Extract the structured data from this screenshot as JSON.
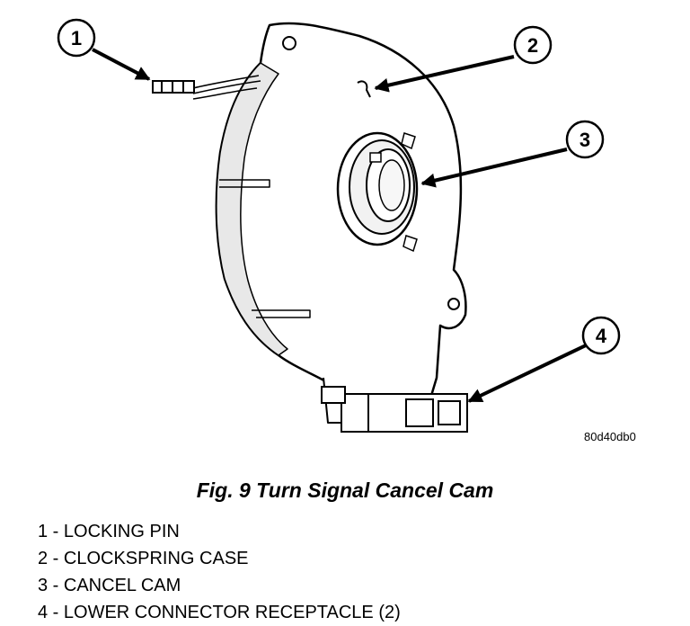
{
  "figure": {
    "code": "80d40db0",
    "caption": "Fig. 9 Turn Signal Cancel Cam"
  },
  "callouts": [
    {
      "number": "1",
      "label": "LOCKING PIN"
    },
    {
      "number": "2",
      "label": "CLOCKSPRING CASE"
    },
    {
      "number": "3",
      "label": "CANCEL CAM"
    },
    {
      "number": "4",
      "label": "LOWER CONNECTOR RECEPTACLE (2)"
    }
  ],
  "legend": [
    "1 - LOCKING PIN",
    "2 - CLOCKSPRING CASE",
    "3 - CANCEL CAM",
    "4 - LOWER CONNECTOR RECEPTACLE (2)"
  ]
}
